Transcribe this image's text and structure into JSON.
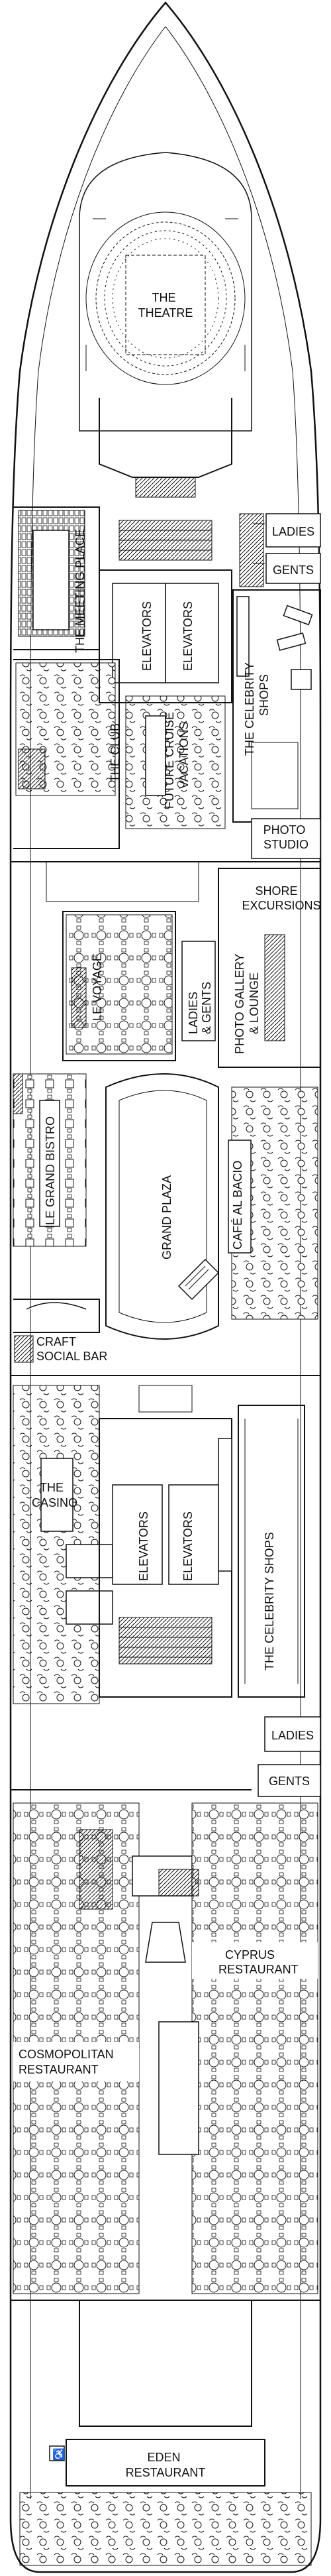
{
  "deck": {
    "venues": {
      "theatre": [
        "THE",
        "THEATRE"
      ],
      "ladies_fwd": "LADIES",
      "gents_fwd": "GENTS",
      "meeting_place": "THE MEETING PLACE",
      "elevators_fwd_a": "ELEVATORS",
      "elevators_fwd_b": "ELEVATORS",
      "celebrity_shops_fwd": [
        "THE CELEBRITY",
        "SHOPS"
      ],
      "the_club": "THE CLUB",
      "future_cruise": [
        "FUTURE CRUISE",
        "VACATIONS"
      ],
      "photo_studio": [
        "PHOTO",
        "STUDIO"
      ],
      "shore_excursions": [
        "SHORE",
        "EXCURSIONS"
      ],
      "le_voyage": "LE VOYAGE",
      "ladies_gents_mid": [
        "LADIES",
        "& GENTS"
      ],
      "photo_gallery": [
        "PHOTO GALLERY",
        "& LOUNGE"
      ],
      "le_grand_bistro": "LE GRAND BISTRO",
      "grand_plaza": "GRAND PLAZA",
      "cafe_al_bacio": "CAFÉ AL BACIO",
      "craft_social_bar": [
        "CRAFT",
        "SOCIAL BAR"
      ],
      "the_casino": [
        "THE",
        "CASINO"
      ],
      "elevators_aft_a": "ELEVATORS",
      "elevators_aft_b": "ELEVATORS",
      "celebrity_shops_aft": "THE CELEBRITY SHOPS",
      "ladies_aft": "LADIES",
      "gents_aft": "GENTS",
      "cyprus_restaurant": [
        "CYPRUS",
        "RESTAURANT"
      ],
      "cosmopolitan_restaurant": [
        "COSMOPOLITAN",
        "RESTAURANT"
      ],
      "eden_restaurant": [
        "EDEN",
        "RESTAURANT"
      ]
    }
  }
}
